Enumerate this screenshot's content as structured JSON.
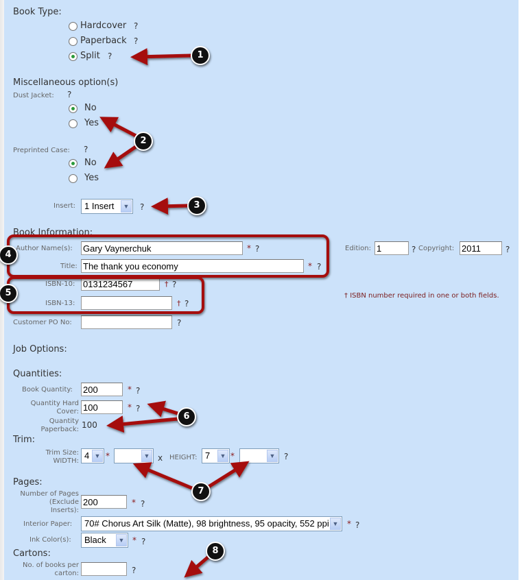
{
  "book_type": {
    "heading": "Book Type:",
    "options": [
      {
        "label": "Hardcover",
        "selected": false
      },
      {
        "label": "Paperback",
        "selected": false
      },
      {
        "label": "Split",
        "selected": true
      }
    ]
  },
  "misc": {
    "heading": "Miscellaneous option(s)",
    "dust_jacket": {
      "label": "Dust Jacket:",
      "options": [
        {
          "label": "No",
          "selected": true
        },
        {
          "label": "Yes",
          "selected": false
        }
      ]
    },
    "preprinted_case": {
      "label": "Preprinted Case:",
      "options": [
        {
          "label": "No",
          "selected": true
        },
        {
          "label": "Yes",
          "selected": false
        }
      ]
    },
    "insert": {
      "label": "Insert:",
      "value": "1 Insert"
    }
  },
  "help": "?",
  "required": "*",
  "dagger": "†",
  "book_info": {
    "heading": "Book Information:",
    "author": {
      "label": "Author Name(s):",
      "value": "Gary Vaynerchuk"
    },
    "title": {
      "label": "Title:",
      "value": "The thank you economy"
    },
    "edition": {
      "label": "Edition:",
      "value": "1"
    },
    "copyright": {
      "label": "Copyright:",
      "value": "2011"
    },
    "isbn10": {
      "label": "ISBN-10:",
      "value": "0131234567"
    },
    "isbn13": {
      "label": "ISBN-13:",
      "value": ""
    },
    "po": {
      "label": "Customer PO No:",
      "value": ""
    },
    "isbn_note": "ISBN number required in one or both fields."
  },
  "job_options": {
    "heading": "Job Options:"
  },
  "quantities": {
    "heading": "Quantities:",
    "book_qty": {
      "label": "Book Quantity:",
      "value": "200"
    },
    "hard_qty": {
      "label1": "Quantity Hard",
      "label2": "Cover:",
      "value": "100"
    },
    "paper_qty": {
      "label1": "Quantity",
      "label2": "Paperback:",
      "value": "100"
    }
  },
  "trim": {
    "heading": "Trim:",
    "label1": "Trim Size:",
    "label2": "WIDTH:",
    "width_value": "4",
    "width_frac": "",
    "x": "x",
    "height_label": "HEIGHT:",
    "height_value": "7",
    "height_frac": ""
  },
  "pages": {
    "heading": "Pages:",
    "num": {
      "label1": "Number of Pages",
      "label2": "(Exclude",
      "label3": "Inserts):",
      "value": "200"
    },
    "paper": {
      "label": "Interior Paper:",
      "value": "70# Chorus Art Silk (Matte), 98 brightness, 95 opacity, 552 ppi"
    },
    "ink": {
      "label": "Ink Color(s):",
      "value": "Black"
    }
  },
  "cartons": {
    "heading": "Cartons:",
    "label1": "No. of books per",
    "label2": "carton:",
    "value": ""
  },
  "annotations": [
    "1",
    "2",
    "3",
    "4",
    "5",
    "6",
    "7",
    "8"
  ],
  "colors": {
    "background": "#cce2fa",
    "annotation_red": "#a50d0d"
  }
}
